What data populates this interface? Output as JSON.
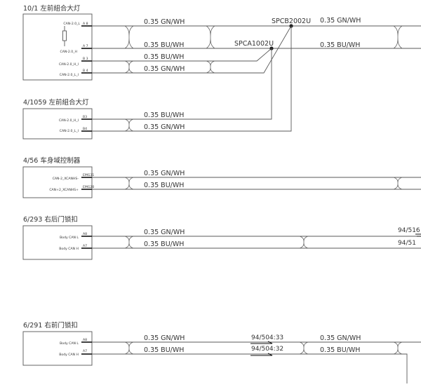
{
  "modules": [
    {
      "title": "10/1 左前組合大灯",
      "pins": [
        {
          "name": "CAN-2.0_L",
          "num": "A 8"
        },
        {
          "name": "CAN-2.0_H",
          "num": "A 7"
        },
        {
          "name": "CAN-2.0_H_I",
          "num": "B 3"
        },
        {
          "name": "CAN-2.0_L_I",
          "num": "B 4"
        }
      ]
    },
    {
      "title": "4/1059 左前組合大灯",
      "pins": [
        {
          "name": "CAN-2.0_H_I",
          "num": "B3"
        },
        {
          "name": "CAN-2.0_L_I",
          "num": "B4"
        }
      ]
    },
    {
      "title": "4/56 车身域控制器",
      "pins": [
        {
          "name": "CAN-2_XCANHS-",
          "num": "EMG31"
        },
        {
          "name": "CAN+2_XCANHS+",
          "num": "EMG20"
        }
      ]
    },
    {
      "title": "6/293 右后门锁扣",
      "pins": [
        {
          "name": "Body CAN L",
          "num": "A8"
        },
        {
          "name": "Body CAN H",
          "num": "A7"
        }
      ]
    },
    {
      "title": "6/291 右前门锁扣",
      "pins": [
        {
          "name": "Body CAN L",
          "num": "A8"
        },
        {
          "name": "Body CAN H",
          "num": "A7"
        }
      ]
    }
  ],
  "wires": {
    "m1_a8": "0.35 GN/WH",
    "m1_a7": "0.35 BU/WH",
    "m1_b3": "0.35 BU/WH",
    "m1_b4": "0.35 GN/WH",
    "m1_a8_right": "0.35 GN/WH",
    "m1_a7_right": "0.35 BU/WH",
    "m2_b3": "0.35 BU/WH",
    "m2_b4": "0.35 GN/WH",
    "m3_emg31": "0.35 GN/WH",
    "m3_emg20": "0.35 BU/WH",
    "m4_a8": "0.35 GN/WH",
    "m4_a7": "0.35 BU/WH",
    "m5_a8": "0.35 GN/WH",
    "m5_a7": "0.35 BU/WH",
    "m5_a8_right": "0.35 GN/WH",
    "m5_a7_right": "0.35 BU/WH"
  },
  "splices": {
    "spcb": "SPCB2002U",
    "spca": "SPCA1002U"
  },
  "connectors": {
    "m4_l": "94/516",
    "m4_h": "94/51",
    "m5_l": "94/504:33",
    "m5_h": "94/504:32"
  }
}
